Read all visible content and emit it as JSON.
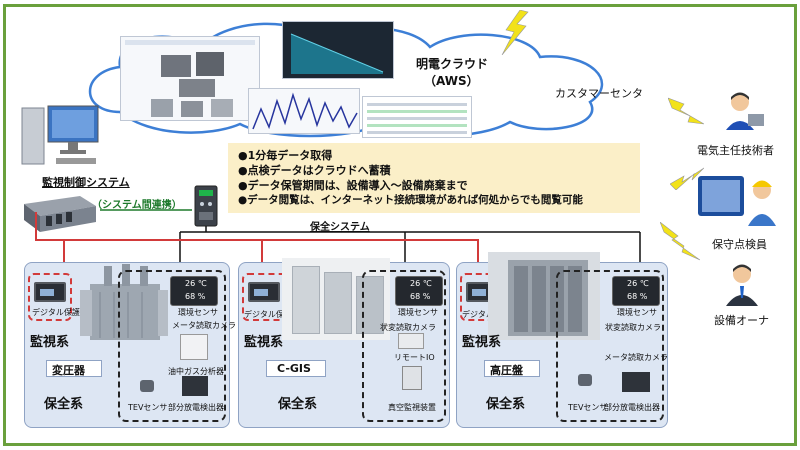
{
  "cloud": {
    "name_line1": "明電クラウド",
    "name_line2": "（AWS）",
    "customer_center": "カスタマーセンタ"
  },
  "monitoring_system_label": "監視制御システム",
  "link_label": "（システム間連携）",
  "maintenance_system_label": "保全システム",
  "bullets": [
    "●1分毎データ取得",
    "●点検データはクラウドへ蓄積",
    "●データ保管期間は、設備導入～設備廃棄まで",
    "●データ閲覧は、インターネット接続環境があれば何処からでも閲覧可能"
  ],
  "people": {
    "engineer": "電気主任技術者",
    "inspector": "保守点検員",
    "owner": "設備オーナ"
  },
  "sensor": {
    "temp": "26 ℃",
    "humidity": "68 %"
  },
  "panels": [
    {
      "equipment": "変圧器",
      "relay_label": "デジタル保護リレ",
      "kanshi": "監視系",
      "hozen": "保全系",
      "items": [
        "環境センサ",
        "メータ読取カメラ",
        "油中ガス分析器",
        "TEVセンサ",
        "部分放電検出器"
      ]
    },
    {
      "equipment": "C-GIS",
      "relay_label": "デジタル保護リレ",
      "kanshi": "監視系",
      "hozen": "保全系",
      "items": [
        "環境センサ",
        "状変読取カメラ",
        "リモートIO",
        "真空監視装置"
      ]
    },
    {
      "equipment": "高圧盤",
      "relay_label": "デジタル保護リレ",
      "kanshi": "監視系",
      "hozen": "保全系",
      "items": [
        "環境センサ",
        "状変読取カメラ",
        "メータ読取カメラ",
        "TEVセンサ",
        "部分放電検出器"
      ]
    }
  ],
  "colors": {
    "frame": "#6aa03c",
    "panel_bg": "#dde6f3",
    "bullet_box": "#fbefc8",
    "red_line": "#d23a3a",
    "lightning": "#f2e21a"
  }
}
